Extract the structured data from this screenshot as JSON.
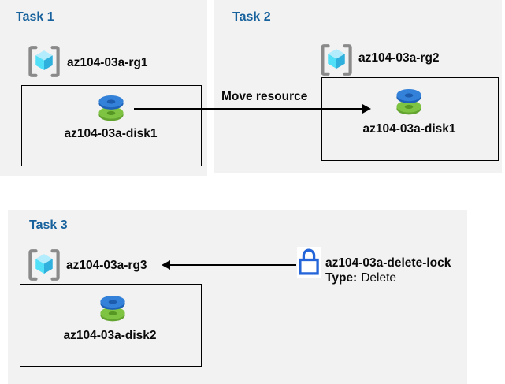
{
  "tasks": [
    {
      "title": "Task 1",
      "resource_group": "az104-03a-rg1",
      "resource": "az104-03a-disk1"
    },
    {
      "title": "Task 2",
      "resource_group": "az104-03a-rg2",
      "resource": "az104-03a-disk1"
    },
    {
      "title": "Task 3",
      "resource_group": "az104-03a-rg3",
      "resource": "az104-03a-disk2"
    }
  ],
  "move_arrow": {
    "label": "Move resource"
  },
  "lock": {
    "name": "az104-03a-delete-lock",
    "type_label": "Type:",
    "type_value": "Delete"
  },
  "colors": {
    "panel_bg": "#f2f2f2",
    "heading_blue": "#17619c",
    "arrow_black": "#000000",
    "lock_blue": "#2465d9",
    "disk_blue": "#3381d8",
    "disk_green": "#7fc342",
    "cube_cyan": "#51e0f8",
    "bracket_gray": "#8a8a8a"
  }
}
